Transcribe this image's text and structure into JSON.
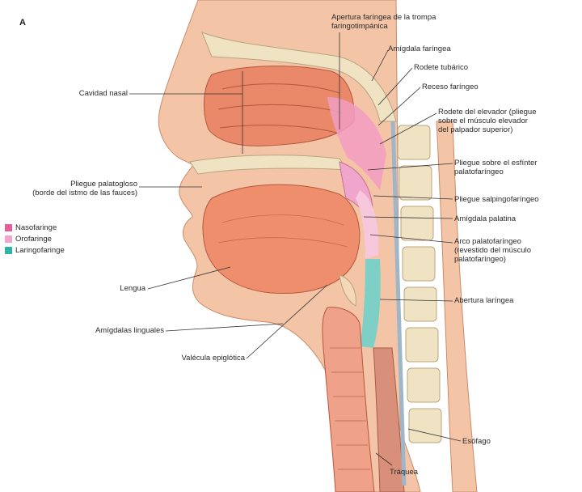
{
  "figure": {
    "panel_letter": "A",
    "labels": {
      "apertura_faringea": [
        "Apertura faríngea de la trompa",
        "faringotimpánica"
      ],
      "amigdala_faringea": "Amígdala faríngea",
      "rodete_tubarico": "Rodete tubárico",
      "receso_faringeo": "Receso faríngeo",
      "rodete_elevador": [
        "Rodete del elevador (pliegue",
        "sobre el músculo elevador",
        "del palpador superior)"
      ],
      "pliegue_esfinter": [
        "Pliegue sobre el esfínter",
        "palatofaríngeo"
      ],
      "pliegue_salpingo": "Pliegue salpingofaríngeo",
      "amigdala_palatina": "Amígdala palatina",
      "arco_palatofaringeo": [
        "Arco palatofaríngeo",
        "(revestido del músculo",
        "palatofaríngeo)"
      ],
      "abertura_laringea": "Abertura laríngea",
      "esofago": "Esófago",
      "traquea": "Tráquea",
      "cavidad_nasal": "Cavidad nasal",
      "pliegue_palatogloso": [
        "Pliegue palatogloso",
        "(borde del istmo de las fauces)"
      ],
      "lengua": "Lengua",
      "amigdala_lingual": "Amígdalas linguales",
      "vallecula": "Valécula epiglótica"
    },
    "legend": [
      {
        "label": "Nasofaringe",
        "color": "#e0609a"
      },
      {
        "label": "Orofaringe",
        "color": "#f0a6cc"
      },
      {
        "label": "Laringofaringe",
        "color": "#2fb3a5"
      }
    ]
  }
}
